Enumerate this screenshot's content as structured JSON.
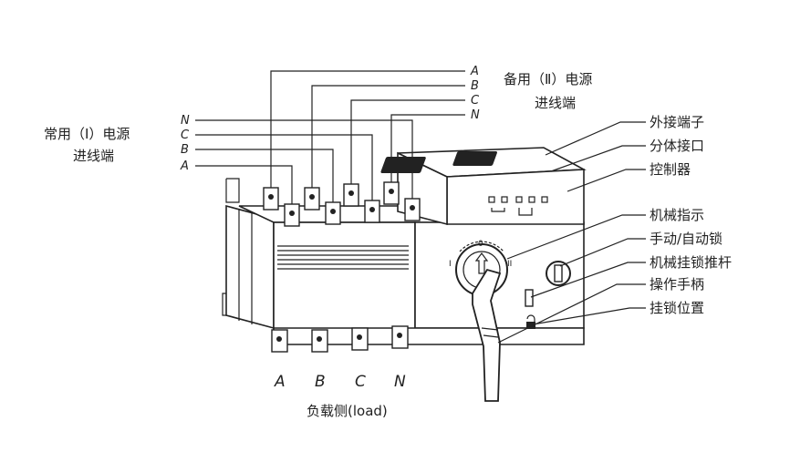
{
  "labels": {
    "normal_source": "常用（Ⅰ）电源",
    "normal_source_sub": "进线端",
    "backup_source": "备用（Ⅱ）电源",
    "backup_source_sub": "进线端",
    "load_side": "负载侧(load)",
    "callouts": [
      "外接端子",
      "分体接口",
      "控制器",
      "机械指示",
      "手动/自动锁",
      "机械挂锁推杆",
      "操作手柄",
      "挂锁位置"
    ]
  },
  "phases": {
    "backup_top": [
      "A",
      "B",
      "C",
      "N"
    ],
    "normal_left": [
      "N",
      "C",
      "B",
      "A"
    ],
    "load_bottom": [
      "A",
      "B",
      "C",
      "N"
    ]
  },
  "device": {
    "n_mark": "N",
    "dial_marks": [
      "I",
      "0",
      "II"
    ]
  }
}
